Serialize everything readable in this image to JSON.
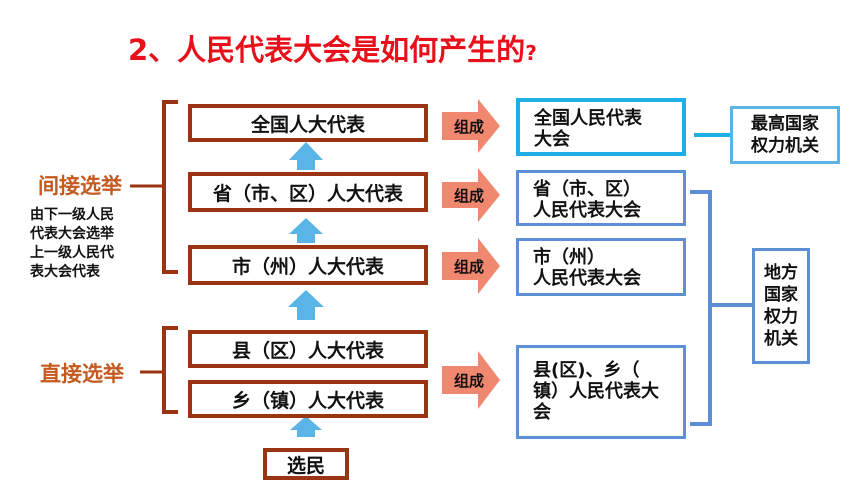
{
  "title": {
    "text": "2、人民代表大会是如何产生的",
    "suffix": "?"
  },
  "election_types": {
    "indirect": {
      "label": "间接选举",
      "note_lines": [
        "由下一级人民",
        "代表大会选举",
        "上一级人民代",
        "表大会代表"
      ]
    },
    "direct": {
      "label": "直接选举"
    }
  },
  "representatives": [
    "全国人大代表",
    "省（市、区）人大代表",
    "市（州）人大代表",
    "县（区）人大代表",
    "乡（镇）人大代表"
  ],
  "voters": "选民",
  "compose_label": "组成",
  "congresses": {
    "national": [
      "全国人民代表",
      "大会"
    ],
    "provincial": [
      "省（市、区）",
      "人民代表大会"
    ],
    "city": [
      "市（州）",
      "人民代表大会"
    ],
    "county_township": [
      "县(区)、乡（",
      "镇）人民代表大",
      "会"
    ]
  },
  "organs": {
    "highest": [
      "最高国家",
      "权力机关"
    ],
    "local": [
      "地方",
      "国家",
      "权力",
      "机关"
    ]
  },
  "colors": {
    "title": "#e8101a",
    "category": "#c45a20",
    "rep_border": "#9b3412",
    "congress_border": "#5b8fd6",
    "national_border": "#1faee6",
    "arrow_up": "#5ab4e6",
    "arrow_right": "#f08870"
  }
}
